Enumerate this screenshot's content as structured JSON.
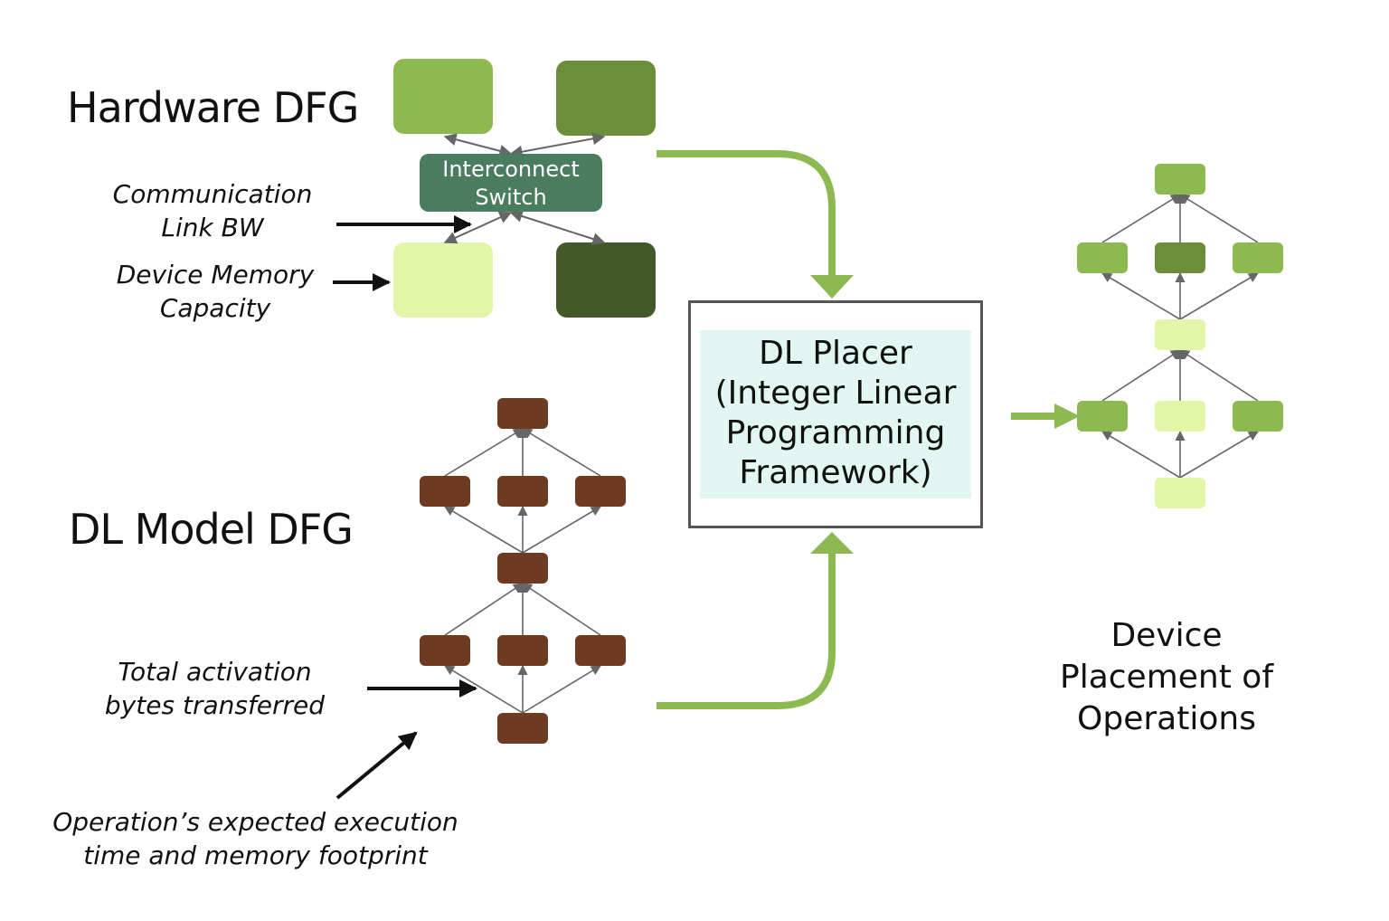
{
  "hardware": {
    "title": "Hardware DFG",
    "switch_label": [
      "Interconnect",
      "Switch"
    ],
    "device_colors": [
      "#8cba51",
      "#6a8e3a",
      "#e3f5a8",
      "#44592a"
    ]
  },
  "annotations": {
    "link_bw": [
      "Communication",
      "Link BW"
    ],
    "memory": [
      "Device Memory",
      "Capacity"
    ],
    "activation": [
      "Total activation",
      "bytes transferred"
    ],
    "op_cost": [
      "Operation’s expected execution",
      "time and memory footprint"
    ]
  },
  "model": {
    "title": "DL Model DFG",
    "node_color": "#6e3a22"
  },
  "placer": {
    "lines": [
      "DL Placer",
      "(Integer Linear",
      "Programming",
      "Framework)"
    ]
  },
  "output": {
    "lines": [
      "Device",
      "Placement of",
      "Operations"
    ]
  },
  "colors": {
    "flow_arrow": "#8cba51",
    "edge": "#666666",
    "annotation_arrow": "#111111"
  }
}
